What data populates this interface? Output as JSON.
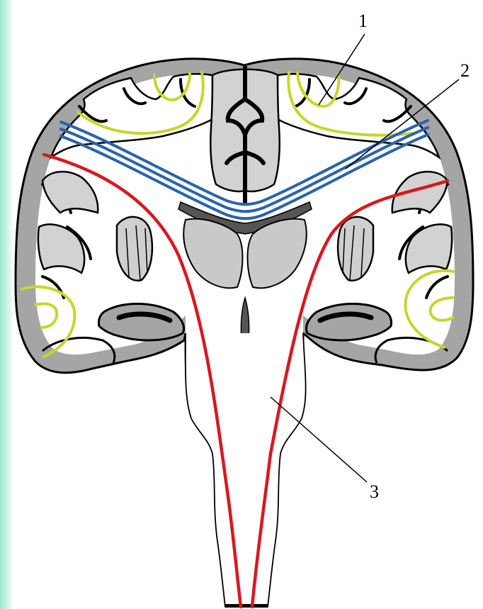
{
  "diagram": {
    "labels": [
      {
        "id": "association-fibers",
        "text": "1"
      },
      {
        "id": "commissural-fibers",
        "text": "2"
      },
      {
        "id": "projection-fibers",
        "text": "3"
      }
    ],
    "colors": {
      "background_strip": "#9fe8cf",
      "cortex_gray": "#a5a5a5",
      "cortex_light": "#d2d2d2",
      "outline": "#000000",
      "association_fibers": "#c6d62b",
      "commissural_fibers": "#2a63ad",
      "projection_fibers": "#d8181f",
      "nuclei_gray": "#c9c9c9",
      "ventricle_dark": "#555555"
    }
  }
}
